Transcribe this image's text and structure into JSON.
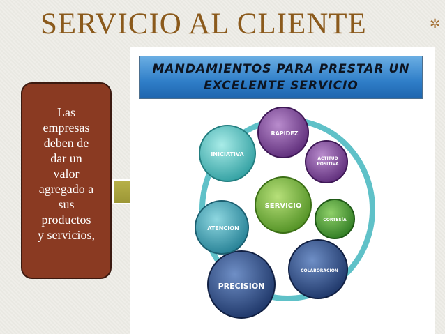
{
  "slide": {
    "title": "SERVICIO AL CLIENTE",
    "corner_glyph": "✲",
    "callout_text": "Las\nempresas\ndeben de\ndar un\nvalor\nagregado a\nsus\nproductos\ny servicios,"
  },
  "banner": {
    "line1": "MANDAMIENTOS PARA PRESTAR UN",
    "line2": "EXCELENTE SERVICIO"
  },
  "diagram": {
    "center": "SERVICIO",
    "nodes": [
      {
        "label": "INICIATIVA",
        "color": "#5cc7c4"
      },
      {
        "label": "RAPIDEZ",
        "color": "#8a4f9e"
      },
      {
        "label": "ACTITUD",
        "label2": "POSITIVA",
        "color": "#7b3f92"
      },
      {
        "label": "CORTESÍA",
        "color": "#4e9a3a"
      },
      {
        "label": "COLABORACIÓN",
        "color": "#2a4f87"
      },
      {
        "label": "PRECISIÓN",
        "color": "#2f5a96"
      },
      {
        "label": "ATENCIÓN",
        "color": "#3fa5b4"
      }
    ],
    "center_color": "#7ab83a",
    "ring_color": "#5fc1c8"
  },
  "colors": {
    "title": "#8b5a1c",
    "callout_bg": "#8a3a22",
    "arrow_fill": "#a8a23a"
  }
}
